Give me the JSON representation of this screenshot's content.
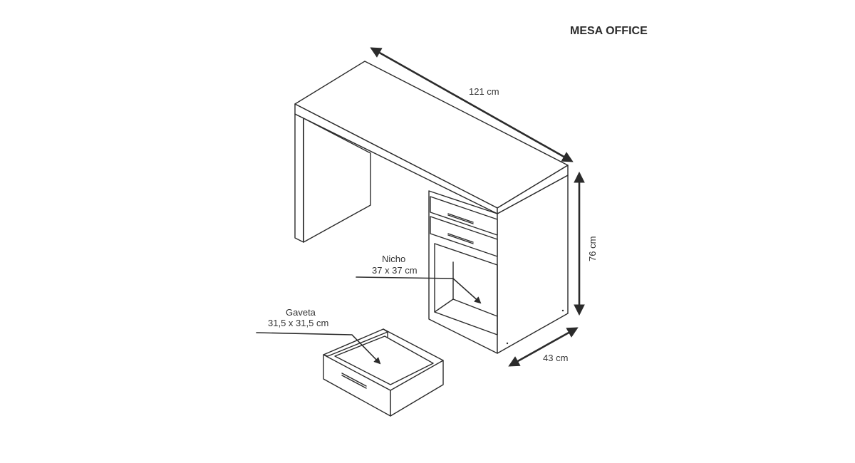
{
  "title": "MESA OFFICE",
  "dimensions": {
    "width": "121 cm",
    "height": "76 cm",
    "depth": "43 cm"
  },
  "callouts": {
    "niche": {
      "name": "Nicho",
      "size": "37 x 37 cm"
    },
    "drawer": {
      "name": "Gaveta",
      "size": "31,5 x 31,5 cm"
    }
  },
  "colors": {
    "line": "#2b2b2b",
    "text": "#333333",
    "background": "#ffffff"
  }
}
